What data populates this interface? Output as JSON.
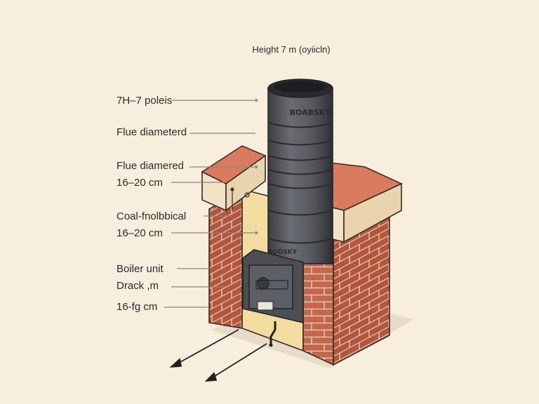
{
  "title": "Height 7 m (oyiicln)",
  "labels": [
    {
      "text": "7H–7 poleis"
    },
    {
      "text": "Flue diameterd"
    },
    {
      "text": "Flue diamered"
    },
    {
      "text": "16–20 cm"
    },
    {
      "text": "Coal-fnolbbical"
    },
    {
      "text": "16–20 cm"
    },
    {
      "text": "Boiler unit"
    },
    {
      "text": "Drack ,m"
    },
    {
      "text": "16-fg cm"
    }
  ],
  "pipe_text": {
    "upper": "BOABSKY",
    "lower": "BOOSKY"
  },
  "colors": {
    "background": "#f7eedd",
    "brick": "#c8654a",
    "brick_top": "#d97b5f",
    "cap": "#f1e3c4",
    "pipe": "#5b5d64",
    "interior": "#f2dca0"
  },
  "icons": [
    "chimney-pipe",
    "boiler-unit",
    "brick-chimney",
    "direction-arrow"
  ]
}
